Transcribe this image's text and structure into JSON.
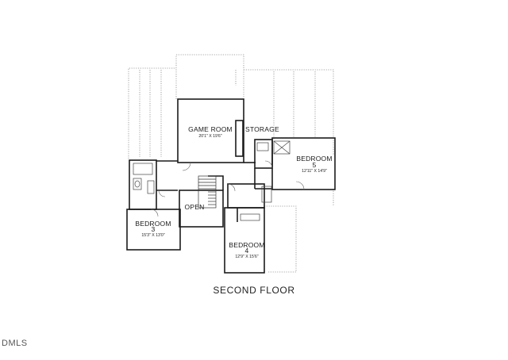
{
  "floor_title": "SECOND FLOOR",
  "watermark": "DMLS",
  "rooms": {
    "game_room": {
      "name": "GAME ROOM",
      "dims": "20'1\" X 19'6\""
    },
    "storage": {
      "name": "STORAGE"
    },
    "bedroom5": {
      "name_line1": "BEDROOM",
      "name_line2": "5",
      "dims": "12'11\" X 14'9\""
    },
    "open": {
      "name": "OPEN"
    },
    "bedroom3": {
      "name_line1": "BEDROOM",
      "name_line2": "3",
      "dims": "15'3\" X 13'0\""
    },
    "bedroom4": {
      "name_line1": "BEDROOM",
      "name_line2": "4",
      "dims": "12'9\" X 15'6\""
    }
  }
}
